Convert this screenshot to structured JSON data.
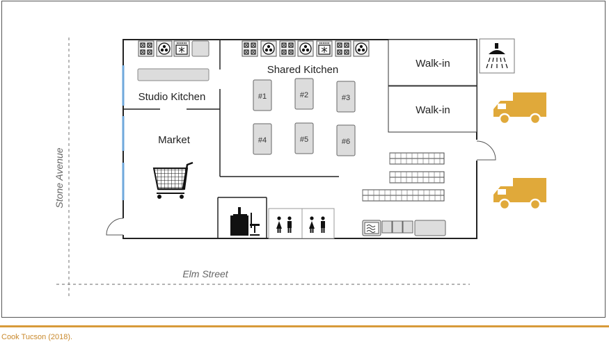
{
  "labels": {
    "studio_kitchen": "Studio Kitchen",
    "shared_kitchen": "Shared Kitchen",
    "market": "Market",
    "walk_in_1": "Walk-in",
    "walk_in_2": "Walk-in"
  },
  "streets": {
    "west": "Stone Avenue",
    "south": "Elm Street"
  },
  "prep_tables": [
    "#1",
    "#2",
    "#3",
    "#4",
    "#5",
    "#6"
  ],
  "caption": "Cook Tucson (2018).",
  "colors": {
    "wall": "#222222",
    "window": "#6fa8dc",
    "truck": "#e0a93a",
    "caption": "#c9892c",
    "table_fill": "#dcdcdc"
  },
  "icons": [
    "shower-icon",
    "delivery-truck-icon",
    "shopping-cart-icon",
    "office-desk-icon",
    "restroom-icon",
    "stove-icon",
    "oven-icon",
    "microwave-icon"
  ]
}
